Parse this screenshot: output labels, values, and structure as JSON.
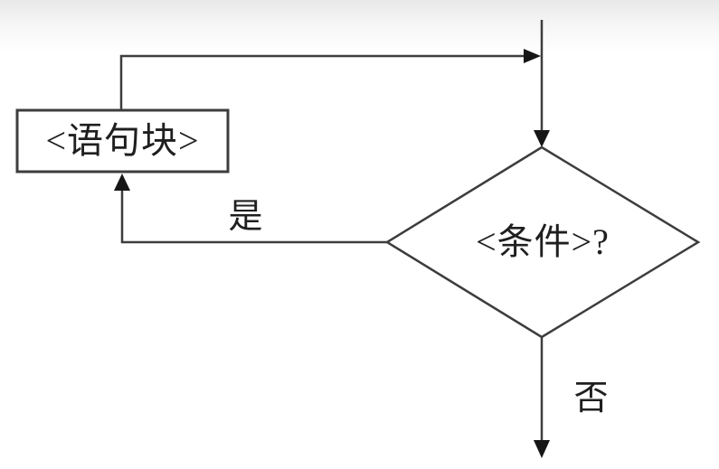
{
  "diagram": {
    "type": "flowchart",
    "description": "loop structure flowchart: condition test with yes branch looping through statement block and no branch exiting",
    "nodes": [
      {
        "id": "statement",
        "shape": "rectangle",
        "label": "<语句块>"
      },
      {
        "id": "condition",
        "shape": "diamond",
        "label": "<条件>?"
      }
    ],
    "edges": [
      {
        "from": "entry-top",
        "to": "condition",
        "label": ""
      },
      {
        "from": "condition",
        "to": "statement",
        "label": "是"
      },
      {
        "from": "statement",
        "to": "condition",
        "label": ""
      },
      {
        "from": "condition",
        "to": "exit-bottom",
        "label": "否"
      }
    ],
    "colors": {
      "line": "#3d3d3d",
      "arrowhead": "#161616",
      "shape_border": "#3d3d3d",
      "shape_fill": "#ffffff",
      "text": "#1f1f1f",
      "background_top": "#e9e9e9",
      "background": "#ffffff"
    }
  }
}
